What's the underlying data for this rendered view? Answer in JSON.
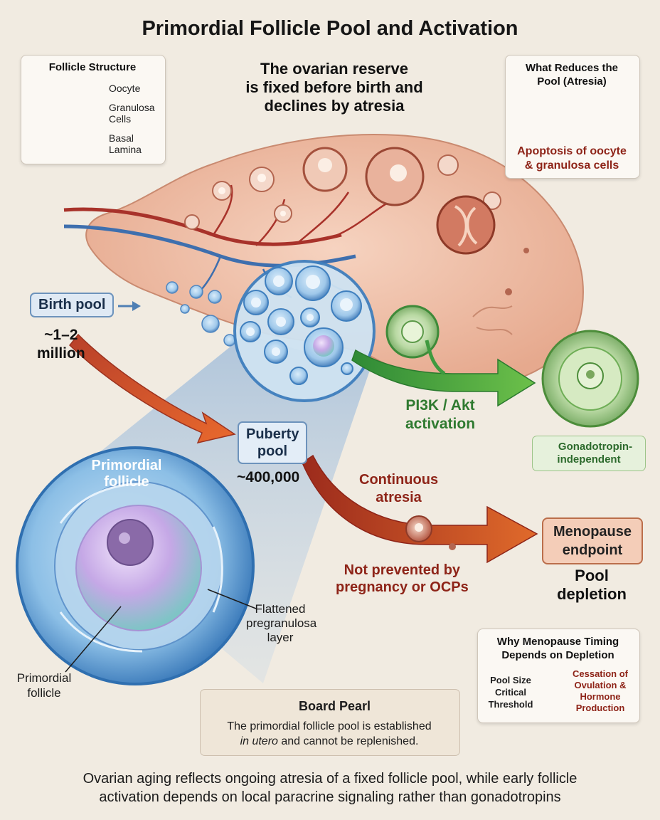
{
  "title": "Primordial Follicle Pool and Activation",
  "headline": [
    "The ovarian reserve",
    "is fixed before birth and",
    "declines by atresia"
  ],
  "structure_card": {
    "title": "Follicle Structure",
    "labels": [
      "Oocyte",
      "Granulosa",
      "Cells",
      "Basal",
      "Lamina"
    ]
  },
  "atresia_card": {
    "title": [
      "What Reduces the",
      "Pool (Atresia)"
    ],
    "caption": [
      "Apoptosis of oocyte",
      "& granulosa cells"
    ]
  },
  "birth": {
    "label": "Birth pool",
    "count": [
      "~1–2",
      "million"
    ]
  },
  "puberty": {
    "label": [
      "Puberty",
      "pool"
    ],
    "count": "~400,000"
  },
  "activation": {
    "label": [
      "PI3K / Akt",
      "activation"
    ],
    "badge": [
      "Gonadotropin-",
      "independent"
    ]
  },
  "atresia": {
    "label": [
      "Continuous",
      "atresia"
    ],
    "note": [
      "Not prevented by",
      "pregnancy or OCPs"
    ]
  },
  "menopause": {
    "label": [
      "Menopause",
      "endpoint"
    ],
    "outcome": [
      "Pool",
      "depletion"
    ]
  },
  "primordial": {
    "title": [
      "Primordial",
      "follicle"
    ],
    "label_layer": [
      "Flattened",
      "pregranulosa",
      "layer"
    ],
    "label_follicle": [
      "Primordial",
      "follicle"
    ]
  },
  "timing_card": {
    "title": [
      "Why Menopause Timing",
      "Depends on Depletion"
    ],
    "left": [
      "Pool Size",
      "Critical",
      "Threshold"
    ],
    "right": [
      "Cessation of",
      "Ovulation &",
      "Hormone",
      "Production"
    ]
  },
  "pearl": {
    "title": "Board Pearl",
    "line1": "The primordial follicle pool is established",
    "line2_italic": "in utero",
    "line2_rest": " and cannot be replenished."
  },
  "footer": [
    "Ovarian aging reflects ongoing atresia of a fixed follicle pool, while early follicle",
    "activation depends on local paracrine signaling rather than gonadotropins"
  ],
  "colors": {
    "background": "#f1ebe1",
    "ovary": "#efbfa8",
    "blue_accent": "#5b8fc9",
    "green_accent": "#3f9a3f",
    "red_accent": "#8e2418",
    "orange_arrow": "#d9582d"
  }
}
